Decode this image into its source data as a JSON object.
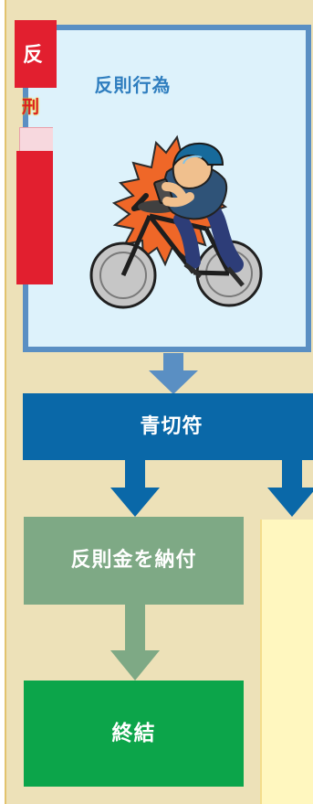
{
  "diagram": {
    "violation": {
      "title": "反則行為",
      "image_icon": "cyclist-phone-icon"
    },
    "blue_ticket": {
      "label": "青切符"
    },
    "payment": {
      "label": "反則金を納付"
    },
    "end": {
      "label": "終結"
    },
    "right_branch": {
      "box_label": "反",
      "note_label": "刑"
    },
    "colors": {
      "background": "#ede1b8",
      "violation_fill": "#ddf2fb",
      "violation_border": "#5a8fc3",
      "blue_band": "#0a68a8",
      "payment": "#7ea985",
      "end": "#0ca54a",
      "red": "#e21f2f"
    }
  }
}
